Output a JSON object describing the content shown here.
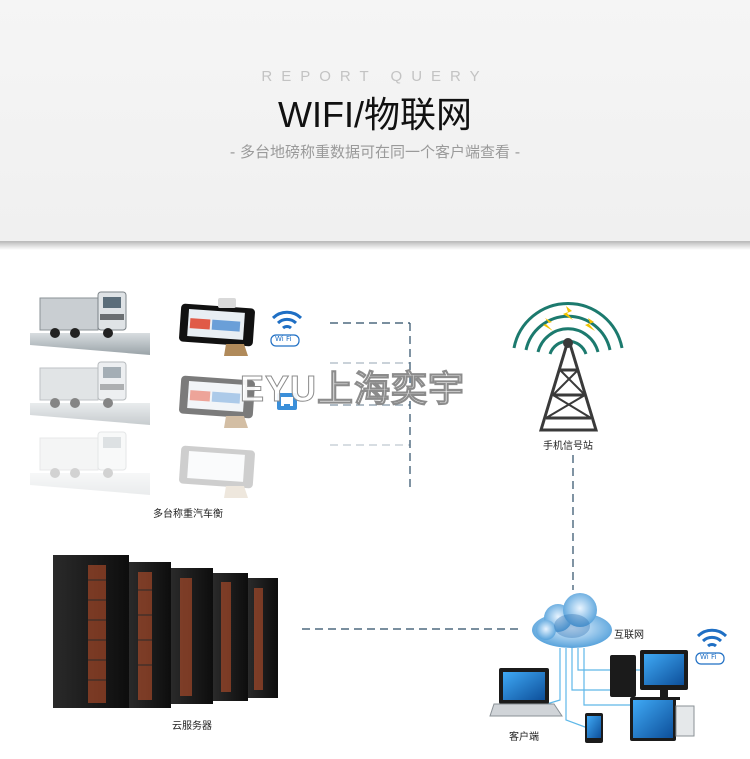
{
  "header": {
    "eyebrow": "REPORT QUERY",
    "title": "WIFI/物联网",
    "subtitle": "-  多台地磅称重数据可在同一个客户端查看  -"
  },
  "labels": {
    "truck_scale": "多台称重汽车衡",
    "cell_tower": "手机信号站",
    "cloud_server": "云服务器",
    "internet": "互联网",
    "client": "客户端"
  },
  "badges": {
    "wifi_text": "Wi Fi"
  },
  "watermark": "EYU上海奕宇",
  "colors": {
    "dash_line": "#2b4c66",
    "wifi_blue": "#1f6fc4",
    "tower_arc": "#1c7a6e",
    "lightning": "#f2c200"
  }
}
